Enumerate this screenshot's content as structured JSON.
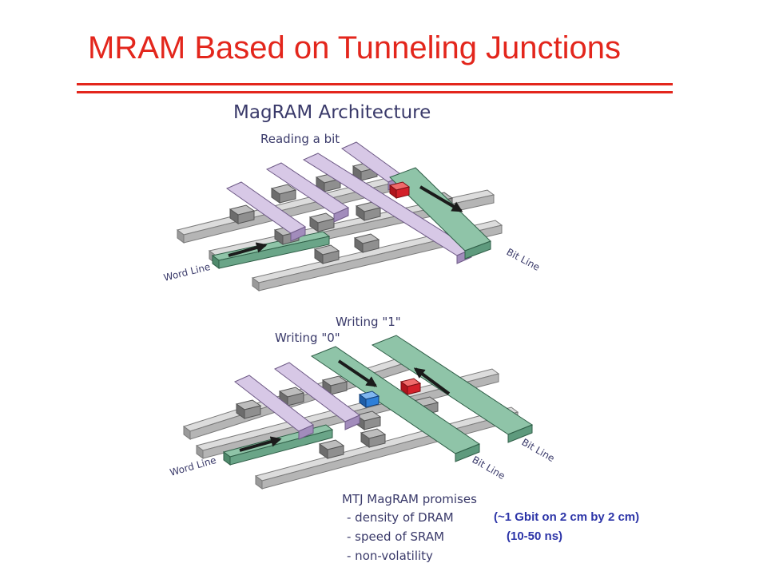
{
  "slide": {
    "title": "MRAM Based on Tunneling Junctions",
    "title_color": "#e3261c",
    "rule_color": "#e3261c"
  },
  "diagram": {
    "heading": "MagRAM Architecture",
    "reading_label": "Reading a bit",
    "writing_one_label": "Writing \"1\"",
    "writing_zero_label": "Writing \"0\"",
    "word_line_label_top": "Word Line",
    "bit_line_label_top": "Bit Line",
    "word_line_label_bottom": "Word Line",
    "bit_line_label_bottom_1": "Bit Line",
    "bit_line_label_bottom_2": "Bit Line",
    "text_color": "#3a3a6a",
    "colors": {
      "lilac_line": "#c9b6dc",
      "green_line": "#7bb89b",
      "gray_line": "#c9c9c9",
      "junction": "#8f8f8f",
      "red_bit": "#d3202a",
      "blue_bit": "#2f7fd8"
    }
  },
  "promises": {
    "heading": "MTJ MagRAM promises",
    "items": [
      {
        "label": "- density of DRAM",
        "note": "(~1 Gbit on 2 cm by 2 cm)"
      },
      {
        "label": "- speed of SRAM",
        "note": "(10-50 ns)"
      },
      {
        "label": "- non-volatility",
        "note": ""
      }
    ],
    "note_color": "#2d35a8"
  }
}
